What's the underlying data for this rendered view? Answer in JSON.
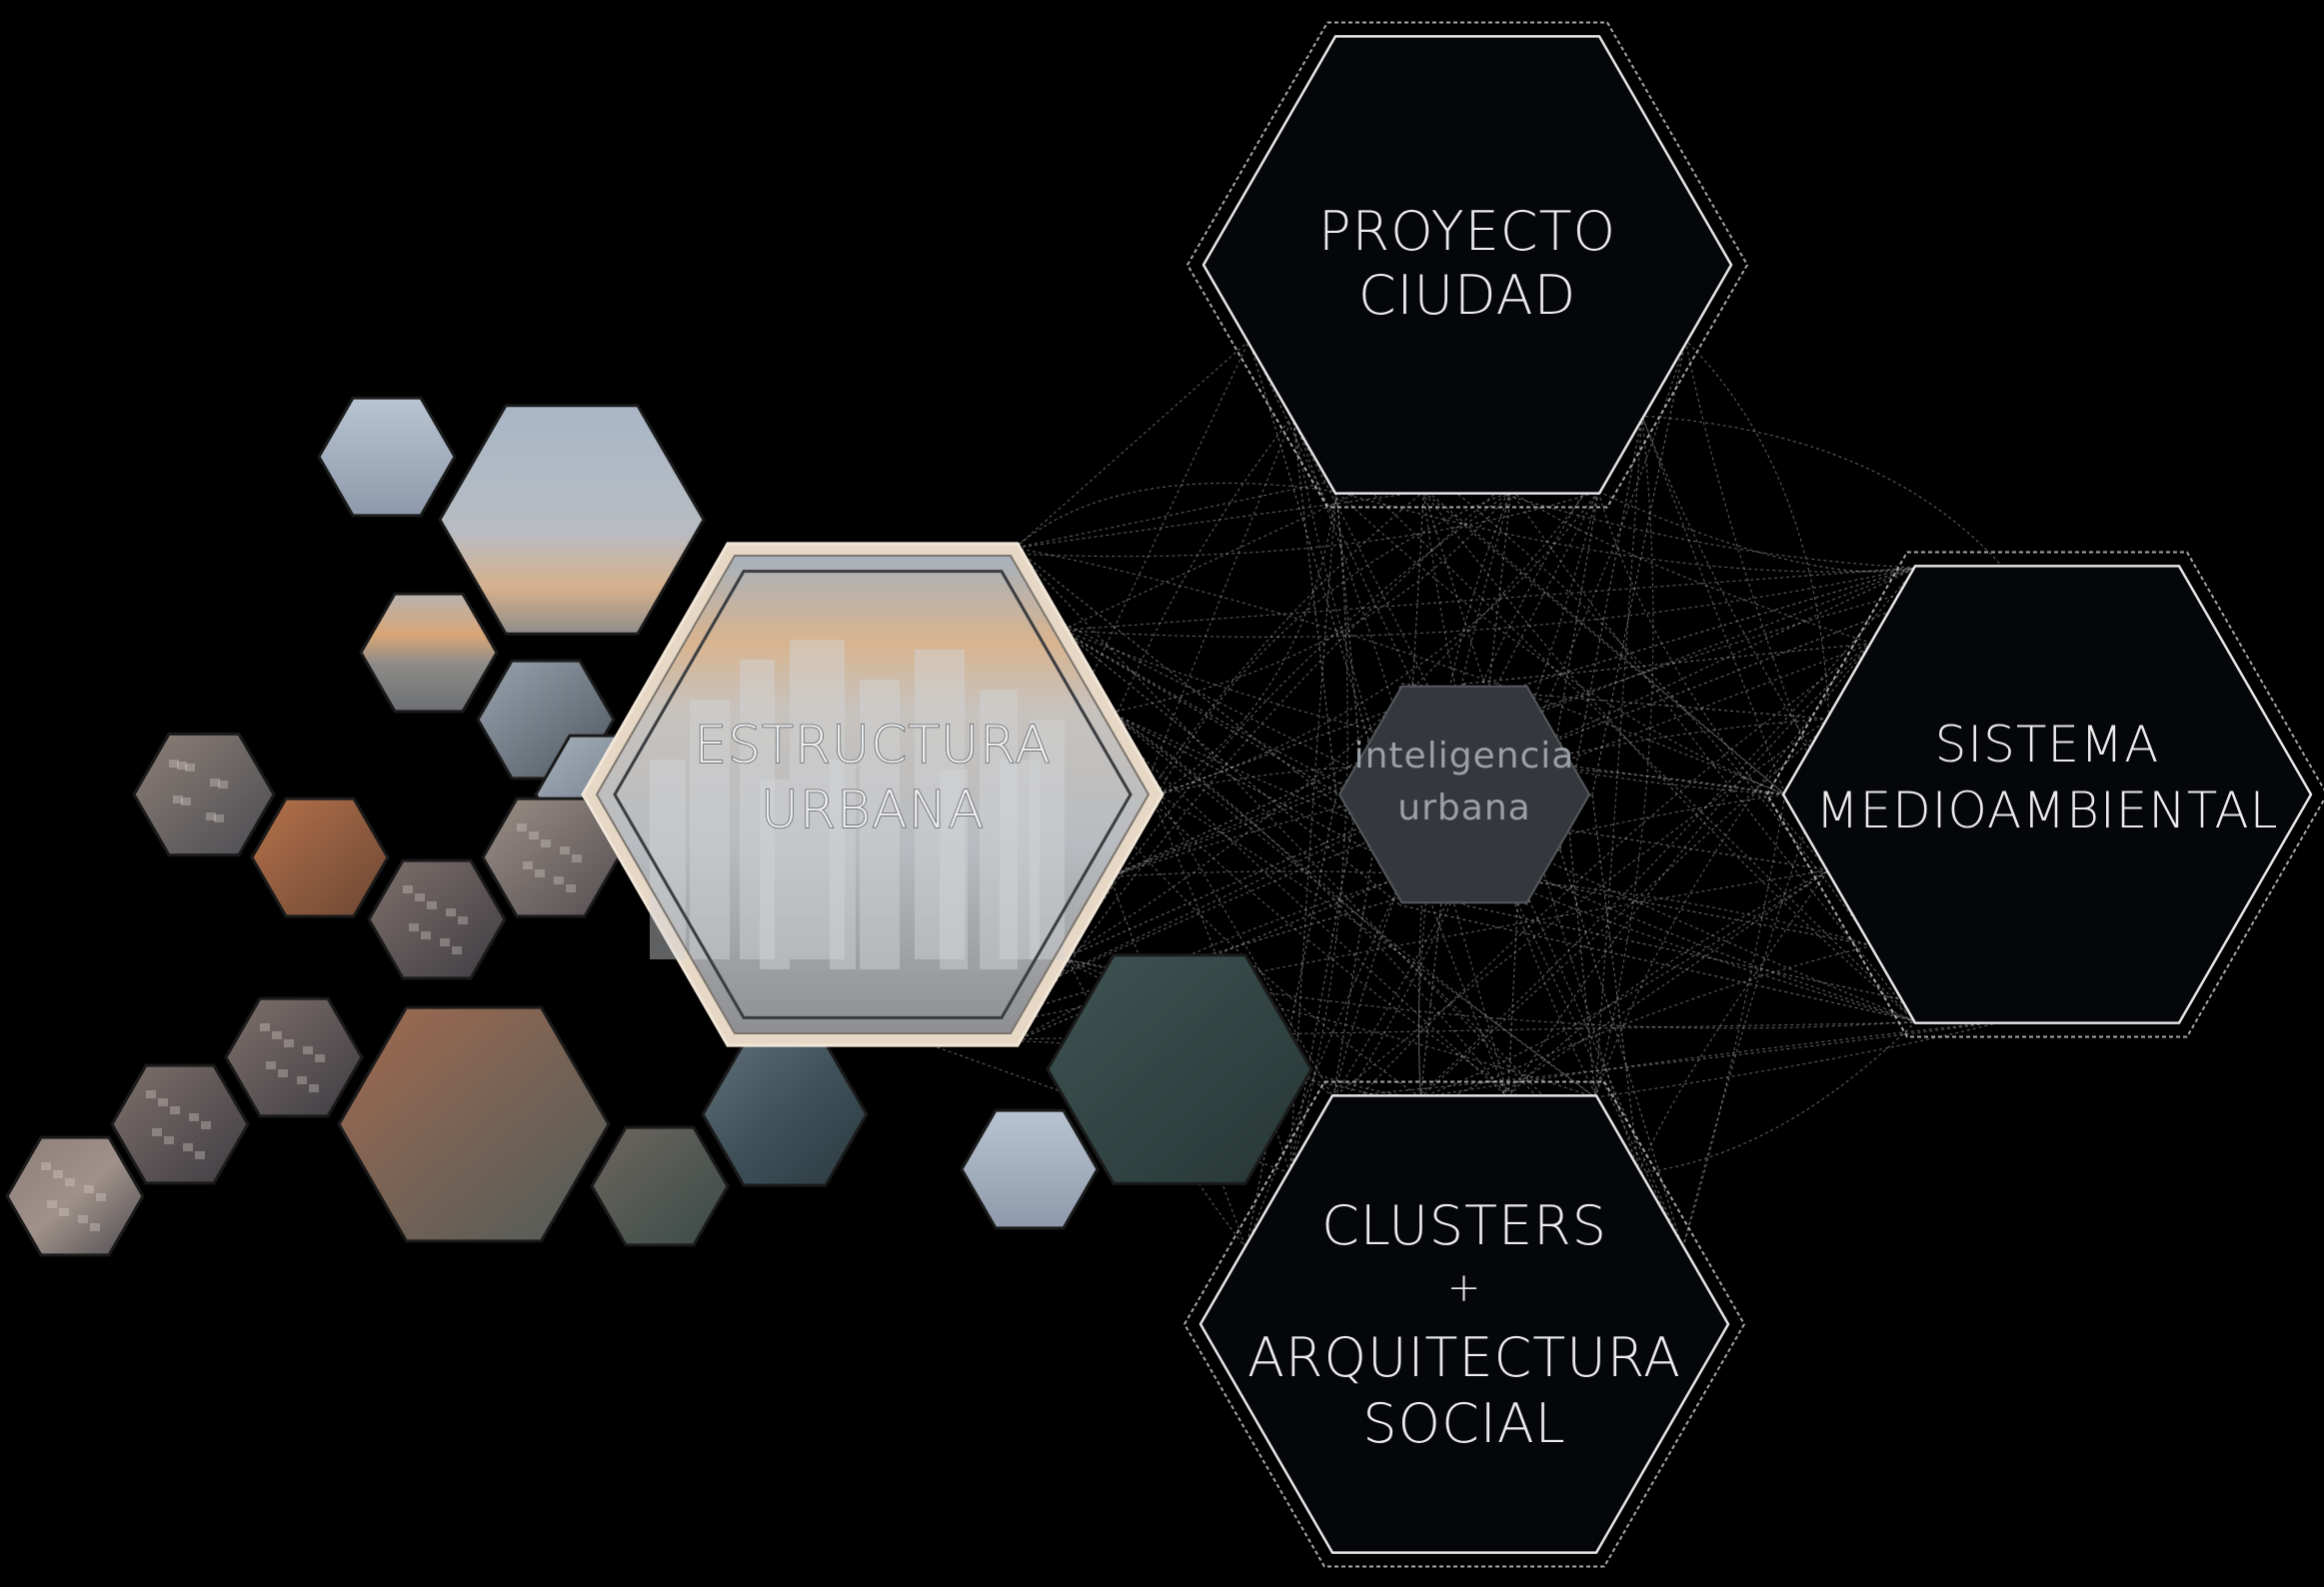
{
  "diagram": {
    "nodes": {
      "top": {
        "lines": [
          "PROYECTO",
          "CIUDAD"
        ]
      },
      "right": {
        "lines": [
          "SISTEMA",
          "MEDIOAMBIENTAL"
        ]
      },
      "bottom": {
        "lines": [
          "CLUSTERS",
          "+",
          "ARQUITECTURA",
          "SOCIAL"
        ]
      },
      "left": {
        "lines": [
          "ESTRUCTURA",
          "URBANA"
        ]
      },
      "center": {
        "lines": [
          "inteligencia",
          "urbana"
        ]
      }
    },
    "colors": {
      "background": "#000000",
      "node_fill": "#05060a",
      "center_fill": "#34373c",
      "line": "#cfcfcf",
      "label": "#ececec",
      "center_label": "#9aa0a6"
    },
    "photo_tiles": [
      {
        "scene": "sky-dusk"
      },
      {
        "scene": "sky-sunset"
      },
      {
        "scene": "sunset-skyline"
      },
      {
        "scene": "towers"
      },
      {
        "scene": "glass-tower"
      },
      {
        "scene": "dense-rooftops"
      },
      {
        "scene": "apartment-block"
      },
      {
        "scene": "street-block"
      },
      {
        "scene": "rooftops"
      },
      {
        "scene": "rooftops"
      },
      {
        "scene": "rooftops"
      },
      {
        "scene": "aerial-city"
      },
      {
        "scene": "riverside-block"
      },
      {
        "scene": "canal"
      },
      {
        "scene": "river-bridge"
      },
      {
        "scene": "water"
      }
    ]
  }
}
